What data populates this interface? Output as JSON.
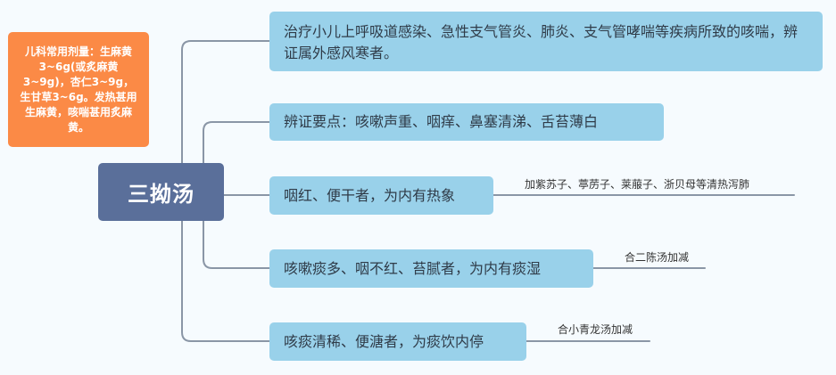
{
  "mindmap": {
    "root": "三拗汤",
    "note": "儿科常用剂量：生麻黄3~6g(或炙麻黄3~9g)，杏仁3~9g，生甘草3~6g。发热甚用生麻黄，咳喘甚用炙麻黄。",
    "branches": [
      {
        "text": "治疗小儿上呼吸道感染、急性支气管炎、肺炎、支气管哮喘等疾病所致的咳喘，辨证属外感风寒者。"
      },
      {
        "text": "辨证要点：咳嗽声重、咽痒、鼻塞清涕、舌苔薄白"
      },
      {
        "text": "咽红、便干者，为内有热象",
        "leaf": "加紫苏子、葶苈子、莱菔子、浙贝母等清热泻肺"
      },
      {
        "text": "咳嗽痰多、咽不红、苔腻者，为内有痰湿",
        "leaf": "合二陈汤加减"
      },
      {
        "text": "咳痰清稀、便溏者，为痰饮内停",
        "leaf": "合小青龙汤加减"
      }
    ]
  },
  "colors": {
    "background": "#f6fbfe",
    "root": "#5a6f9a",
    "note": "#fb8a46",
    "branch": "#99d1ea",
    "connector": "#8a96a6"
  }
}
